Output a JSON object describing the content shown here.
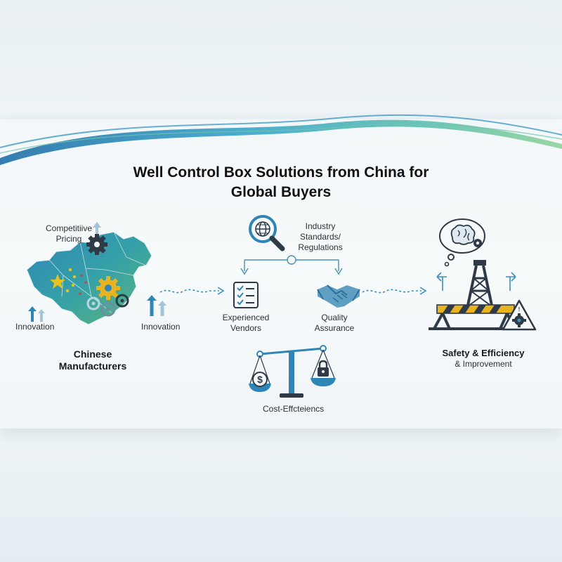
{
  "title": {
    "line1": "Well Control Box Solutions from China for",
    "line2": "Global Buyers"
  },
  "left": {
    "pricing_line1": "Competitiive",
    "pricing_line2": "Pricing",
    "innovation_left": "Innovation",
    "innovation_right": "Innovation",
    "group_line1": "Chinese",
    "group_line2": "Manufacturers"
  },
  "middle": {
    "standards_line1": "Industry",
    "standards_line2": "Standards/",
    "standards_line3": "Regulations",
    "vendors_line1": "Experienced",
    "vendors_line2": "Vendors",
    "quality_line1": "Quality",
    "quality_line2": "Assurance",
    "cost": "Cost-Effcteiencs"
  },
  "right": {
    "safety_line1": "Safety & Efficiency",
    "safety_line2": "& Improvement"
  },
  "colors": {
    "accent_blue": "#2f86b6",
    "teal": "#3aa3a6",
    "green": "#6cb96e",
    "dark": "#2e3a46",
    "gear_yellow": "#e8b320",
    "flag_red": "#d93b2b"
  },
  "icons": [
    "map-china-icon",
    "gear-icon",
    "up-arrow-icon",
    "magnifier-globe-icon",
    "checklist-icon",
    "handshake-icon",
    "balance-scale-icon",
    "dollar-icon",
    "lock-icon",
    "brain-thought-icon",
    "oil-derrick-icon",
    "warning-gear-icon"
  ]
}
